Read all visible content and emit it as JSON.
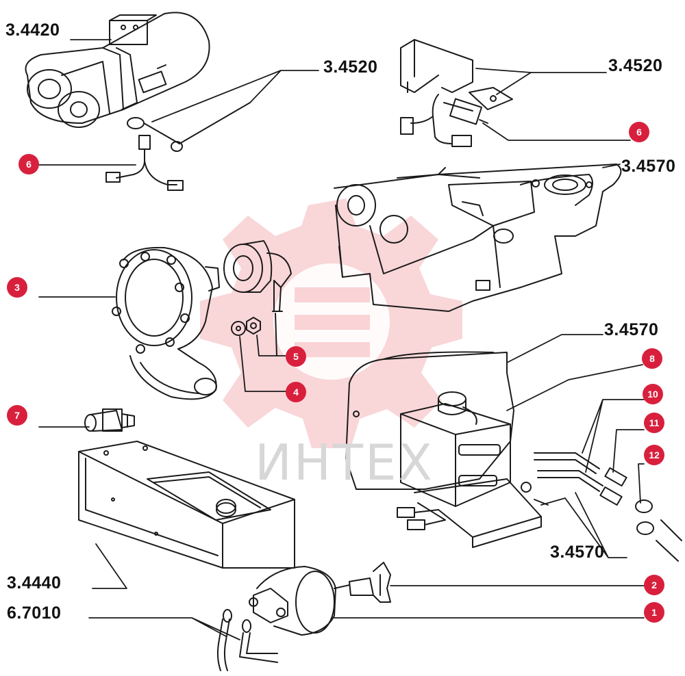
{
  "watermark": {
    "text": "ИНТЕХ",
    "color": "#f2a3a8"
  },
  "callout_color": "#d8203d",
  "refs": {
    "r3_4420": "3.4420",
    "r3_4520_a": "3.4520",
    "r3_4520_b": "3.4520",
    "r3_4570_a": "3.4570",
    "r3_4570_b": "3.4570",
    "r3_4570_c": "3.4570",
    "r3_4440": "3.4440",
    "r6_7010": "6.7010"
  },
  "callouts": {
    "c1": "1",
    "c2": "2",
    "c3": "3",
    "c4": "4",
    "c5": "5",
    "c6a": "6",
    "c6b": "6",
    "c7": "7",
    "c8": "8",
    "c10": "10",
    "c11": "11",
    "c12": "12"
  }
}
